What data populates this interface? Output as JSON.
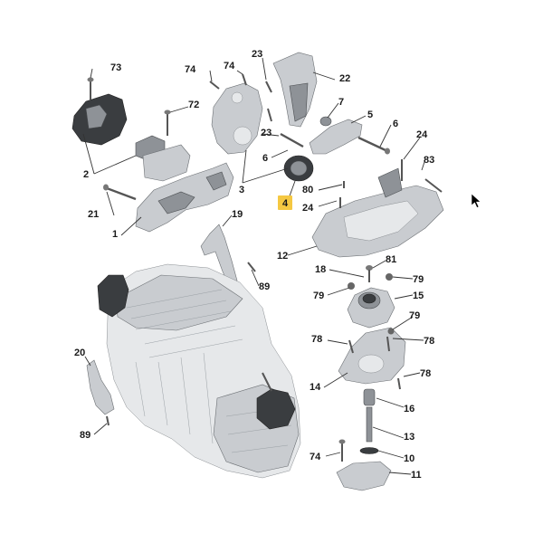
{
  "callouts": [
    {
      "id": "c73",
      "text": "73"
    },
    {
      "id": "c74a",
      "text": "74"
    },
    {
      "id": "c74b",
      "text": "74"
    },
    {
      "id": "c23a",
      "text": "23"
    },
    {
      "id": "c22",
      "text": "22"
    },
    {
      "id": "c72",
      "text": "72"
    },
    {
      "id": "c7",
      "text": "7"
    },
    {
      "id": "c5",
      "text": "5"
    },
    {
      "id": "c6a",
      "text": "6"
    },
    {
      "id": "c23b",
      "text": "23"
    },
    {
      "id": "c6b",
      "text": "6"
    },
    {
      "id": "c24a",
      "text": "24"
    },
    {
      "id": "c2",
      "text": "2"
    },
    {
      "id": "c83",
      "text": "83"
    },
    {
      "id": "c3",
      "text": "3"
    },
    {
      "id": "c80",
      "text": "80"
    },
    {
      "id": "c21",
      "text": "21"
    },
    {
      "id": "c4",
      "text": "4"
    },
    {
      "id": "c24b",
      "text": "24"
    },
    {
      "id": "c1",
      "text": "1"
    },
    {
      "id": "c19",
      "text": "19"
    },
    {
      "id": "c12",
      "text": "12"
    },
    {
      "id": "c81",
      "text": "81"
    },
    {
      "id": "c89a",
      "text": "89"
    },
    {
      "id": "c18",
      "text": "18"
    },
    {
      "id": "c79a",
      "text": "79"
    },
    {
      "id": "c79b",
      "text": "79"
    },
    {
      "id": "c15",
      "text": "15"
    },
    {
      "id": "c79c",
      "text": "79"
    },
    {
      "id": "c78a",
      "text": "78"
    },
    {
      "id": "c78b",
      "text": "78"
    },
    {
      "id": "c20",
      "text": "20"
    },
    {
      "id": "c78c",
      "text": "78"
    },
    {
      "id": "c14",
      "text": "14"
    },
    {
      "id": "c16",
      "text": "16"
    },
    {
      "id": "c89b",
      "text": "89"
    },
    {
      "id": "c13",
      "text": "13"
    },
    {
      "id": "c74c",
      "text": "74"
    },
    {
      "id": "c10",
      "text": "10"
    },
    {
      "id": "c11",
      "text": "11"
    }
  ],
  "highlight": {
    "text": "4",
    "color": "#f5c842"
  },
  "colors": {
    "part_dark": "#3a3d40",
    "part_mid": "#8e9297",
    "part_light": "#c9ccd0",
    "cursor": "#000000"
  },
  "icons": {
    "cursor": "mouse-pointer-icon"
  }
}
